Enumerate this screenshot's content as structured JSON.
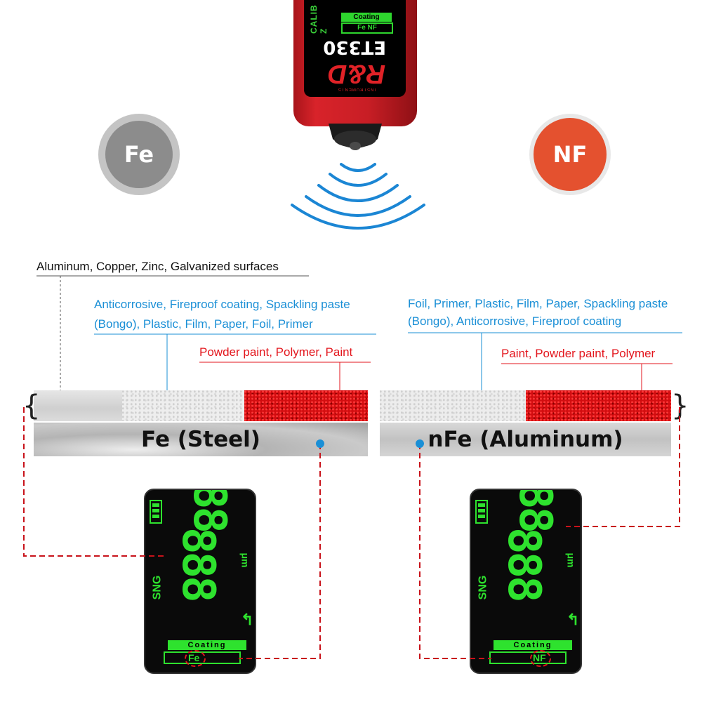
{
  "device": {
    "calib_text": "CALIB Z",
    "coating_label": "Coating",
    "mode_label": "Fe NF",
    "model": "ET330",
    "brand_logo": "R&D",
    "brand_sub": "INSTRUMENTS"
  },
  "circles": {
    "fe": "Fe",
    "nf": "NF"
  },
  "labels": {
    "base_nonferrous": "Aluminum, Copper, Zinc, Galvanized surfaces",
    "fe_primer_line1": "Anticorrosive, Fireproof coating, Spackling paste",
    "fe_primer_line2": "(Bongo), Plastic, Film, Paper, Foil, Primer",
    "fe_paint": "Powder paint, Polymer, Paint",
    "nf_primer_line1": "Foil, Primer, Plastic, Film, Paper, Spackling paste",
    "nf_primer_line2": "(Bongo), Anticorrosive, Fireproof coating",
    "nf_paint": "Paint, Powder paint, Polymer"
  },
  "substrates": {
    "fe": "Fe (Steel)",
    "nfe": "nFe (Aluminum)"
  },
  "lcd_left": {
    "top_digits": "88",
    "mid_digits": "888",
    "unit": "μm",
    "sng": "SNG",
    "coating_label": "Coating",
    "mode": "Fe"
  },
  "lcd_right": {
    "top_digits": "88",
    "mid_digits": "888",
    "unit": "μm",
    "sng": "SNG",
    "coating_label": "Coating",
    "mode": "NF"
  },
  "colors": {
    "black_label": "#111111",
    "blue_label": "#1a8fd6",
    "red_label": "#e3161d",
    "lcd_green": "#2ee22e",
    "device_red": "#d8232a",
    "nf_orange": "#e4512f",
    "fe_gray": "#8c8c8c",
    "wave_blue": "#1b86d4"
  }
}
